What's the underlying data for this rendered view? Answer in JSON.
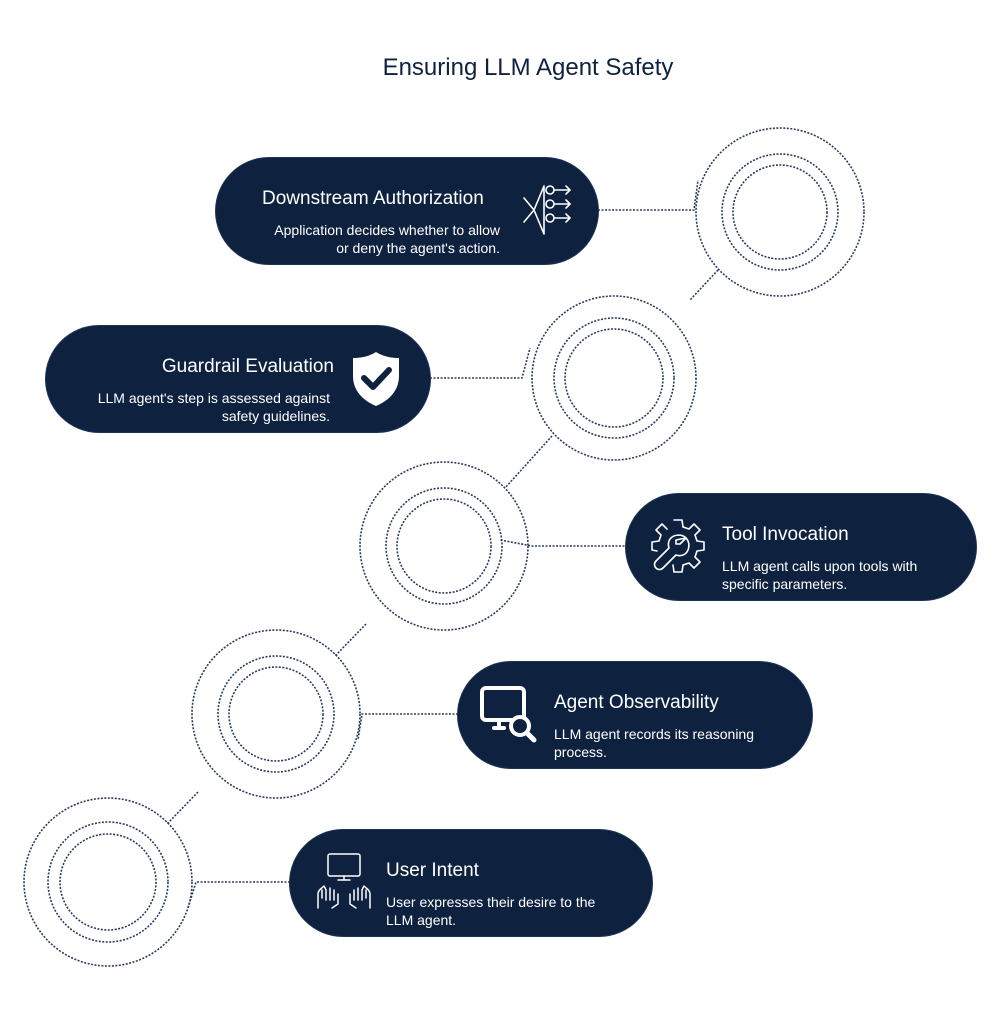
{
  "title": "Ensuring LLM Agent Safety",
  "steps": [
    {
      "heading": "Downstream Authorization",
      "desc_line1": "Application decides whether to allow",
      "desc_line2": "or deny the agent's action.",
      "icon": "authorization-flow-icon"
    },
    {
      "heading": "Guardrail Evaluation",
      "desc_line1": "LLM agent's step is assessed against",
      "desc_line2": "safety guidelines.",
      "icon": "shield-check-icon"
    },
    {
      "heading": "Tool Invocation",
      "desc_line1": "LLM agent calls upon tools with",
      "desc_line2": "specific parameters.",
      "icon": "gear-wrench-icon"
    },
    {
      "heading": "Agent Observability",
      "desc_line1": "LLM agent records its reasoning",
      "desc_line2": "process.",
      "icon": "monitor-search-icon"
    },
    {
      "heading": "User Intent",
      "desc_line1": "User expresses their desire to the",
      "desc_line2": "LLM agent.",
      "icon": "hands-typing-icon"
    }
  ],
  "colors": {
    "primary": "#0e2240",
    "line": "#2b3d5c",
    "text_on_primary": "#ffffff"
  }
}
